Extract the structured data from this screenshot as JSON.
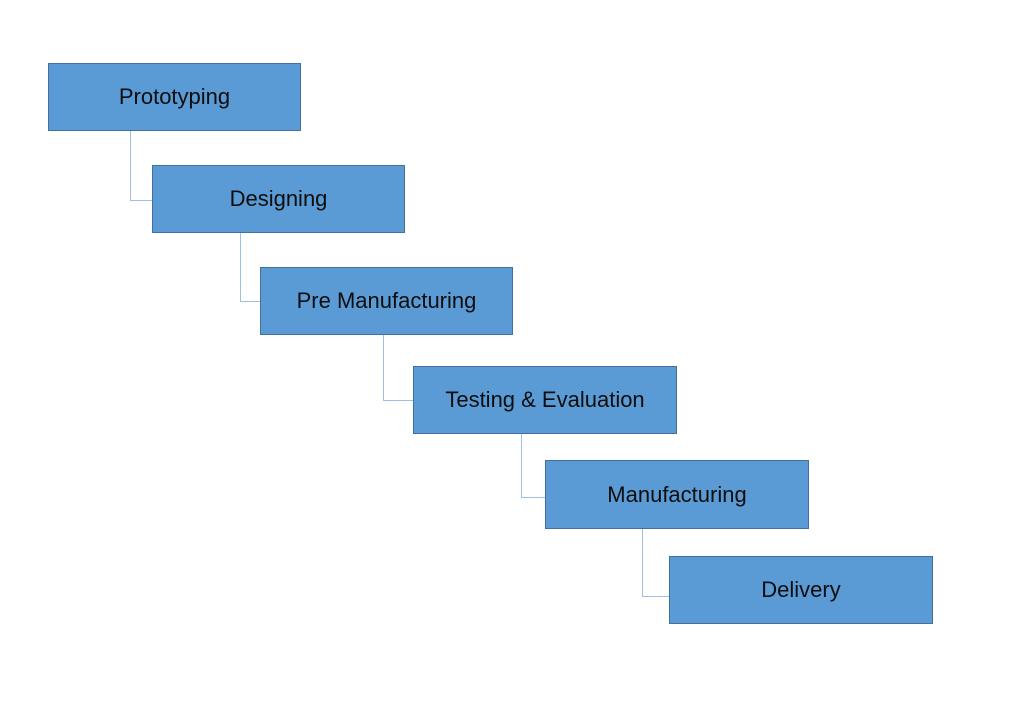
{
  "diagram": {
    "type": "waterfall-process",
    "box_color": "#5b9bd5",
    "box_border_color": "#41719c",
    "connector_color": "#9cc0e3",
    "steps": [
      {
        "label": "Prototyping"
      },
      {
        "label": "Designing"
      },
      {
        "label": "Pre Manufacturing"
      },
      {
        "label": "Testing & Evaluation"
      },
      {
        "label": "Manufacturing"
      },
      {
        "label": "Delivery"
      }
    ]
  }
}
